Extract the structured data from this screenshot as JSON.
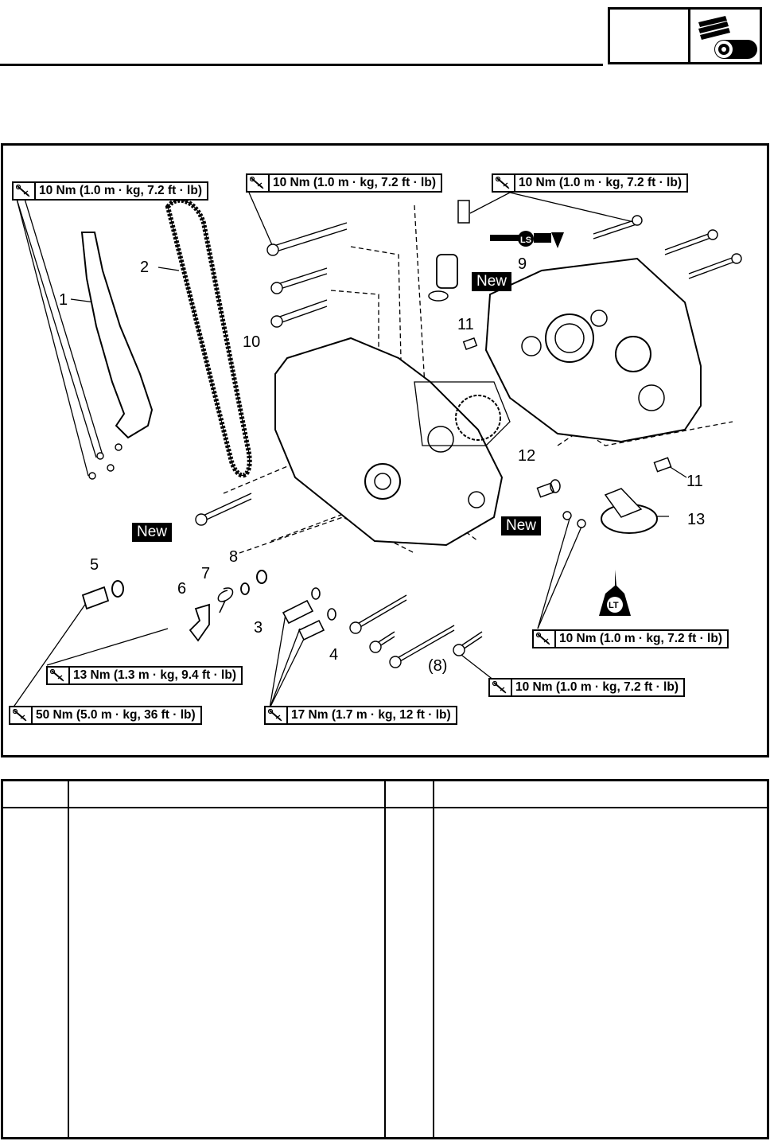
{
  "torque_callouts": [
    {
      "id": "t1",
      "value": "10 Nm (1.0 m · kg, 7.2 ft · lb)"
    },
    {
      "id": "t2",
      "value": "10 Nm (1.0 m · kg, 7.2 ft · lb)"
    },
    {
      "id": "t3",
      "value": "10 Nm (1.0 m · kg, 7.2 ft · lb)"
    },
    {
      "id": "t4",
      "value": "10 Nm (1.0 m · kg, 7.2 ft · lb)"
    },
    {
      "id": "t5",
      "value": "10 Nm (1.0 m · kg, 7.2 ft · lb)"
    },
    {
      "id": "t6",
      "value": "13 Nm (1.3 m · kg, 9.4 ft · lb)"
    },
    {
      "id": "t7",
      "value": "50 Nm (5.0 m · kg, 36 ft · lb)"
    },
    {
      "id": "t8",
      "value": "17 Nm (1.7 m · kg, 12 ft · lb)"
    }
  ],
  "part_numbers": [
    "1",
    "2",
    "3",
    "4",
    "5",
    "6",
    "7",
    "8",
    "9",
    "10",
    "11",
    "11",
    "12",
    "13",
    "(8)"
  ],
  "badges": {
    "new": "New"
  },
  "symbols": {
    "lithium_soap_grease": "LS",
    "locking_agent": "LT"
  },
  "icons": [
    "torque-wrench-icon",
    "engine-section-icon",
    "grease-gun-icon",
    "locktite-bottle-icon"
  ]
}
